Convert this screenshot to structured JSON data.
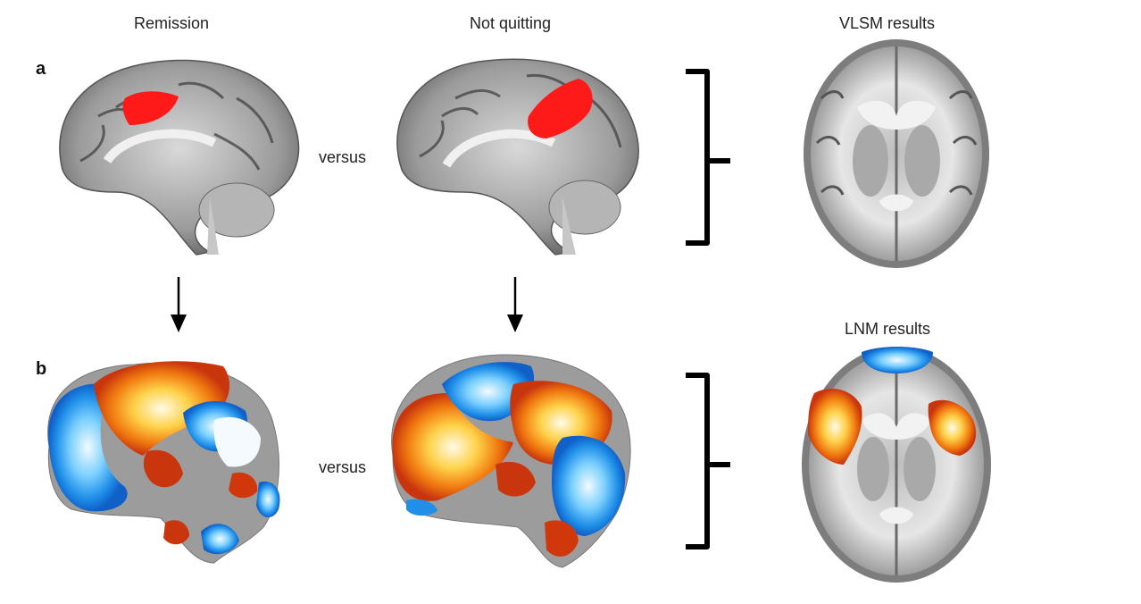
{
  "columns": {
    "remission": "Remission",
    "not_quitting": "Not quitting",
    "vlsm": "VLSM results"
  },
  "panels": {
    "a": "a",
    "b": "b"
  },
  "comparisons": {
    "a": "versus",
    "b": "versus"
  },
  "lnm_title": "LNM results",
  "colors": {
    "lesion": "#ff1a1a",
    "positive_hot": "#ff8c00",
    "positive_deep": "#d0380c",
    "positive_peak": "#fff6c8",
    "negative_blue": "#1f8fe8",
    "negative_peak": "#e8f6ff",
    "brain_gray": "#9a9a9a",
    "bracket": "#000000"
  }
}
